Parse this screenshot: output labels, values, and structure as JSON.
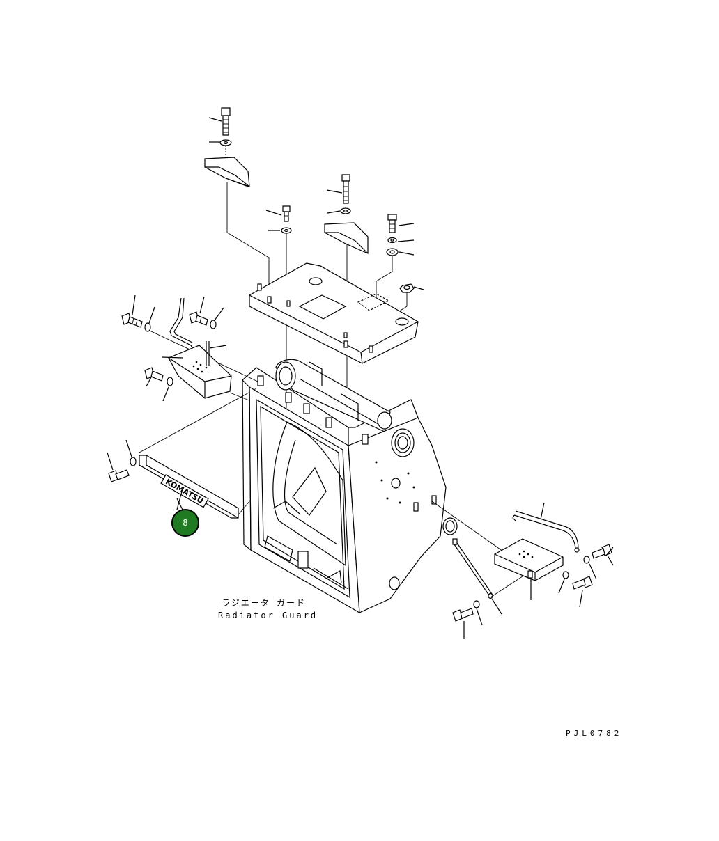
{
  "diagram": {
    "caption_jp": "ラジエータ ガード",
    "caption_en": "Radiator Guard",
    "drawing_code": "PJL0782",
    "nameplate_text": "KOMATSU",
    "callout": {
      "label": "8",
      "fill_color": "#1f7a21"
    }
  }
}
